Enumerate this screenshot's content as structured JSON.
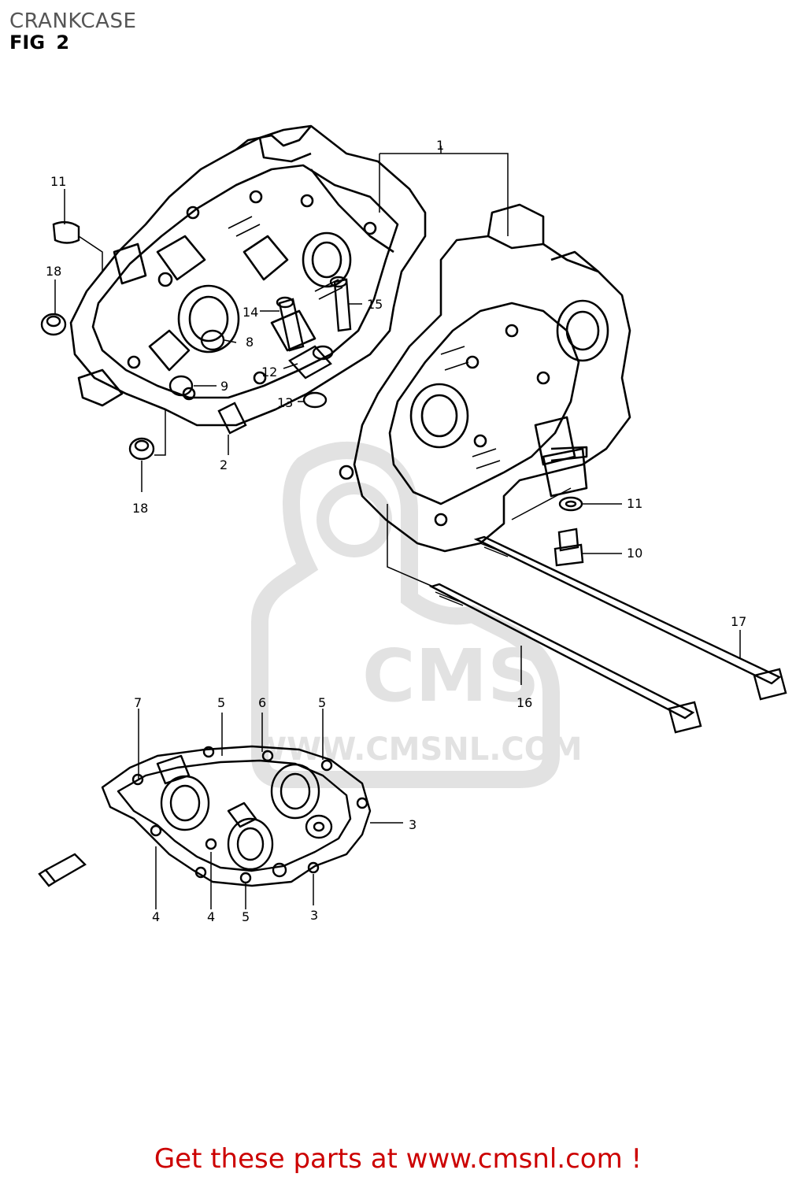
{
  "header": {
    "title": "CRANKCASE",
    "figure": "FIG 2"
  },
  "watermark": {
    "brand": "CMS",
    "url": "WWW.CMSNL.COM"
  },
  "callouts": {
    "c1": "1",
    "c11top": "11",
    "c18a": "18",
    "c14": "14",
    "c15": "15",
    "c8": "8",
    "c12": "12",
    "c9": "9",
    "c13": "13",
    "c2": "2",
    "c18b": "18",
    "c11": "11",
    "c10": "10",
    "c17": "17",
    "c16": "16",
    "c7": "7",
    "c5a": "5",
    "c6": "6",
    "c5b": "5",
    "c3a": "3",
    "c4a": "4",
    "c4b": "4",
    "c5c": "5",
    "c3b": "3"
  },
  "footer": {
    "link_text": "Get these parts at www.cmsnl.com !"
  },
  "colors": {
    "footer": "#cc0000",
    "line": "#000000",
    "watermark": "#e2e2e2"
  }
}
